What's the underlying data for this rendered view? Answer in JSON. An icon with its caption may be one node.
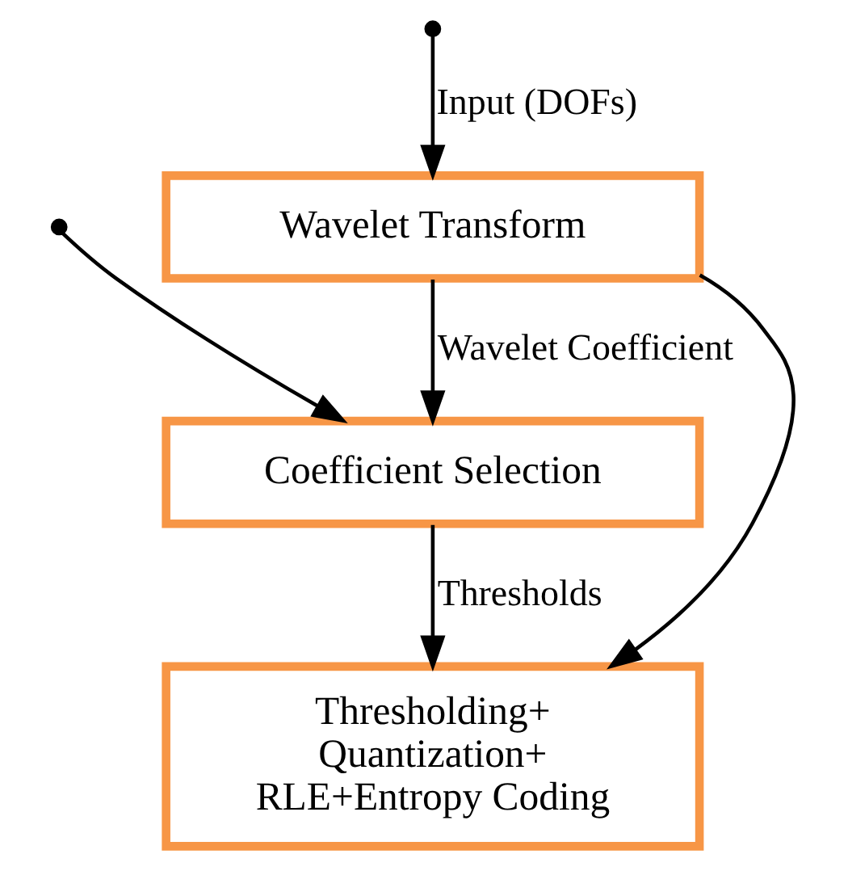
{
  "diagram": {
    "nodes": [
      {
        "text": [
          "Wavelet Transform"
        ]
      },
      {
        "text": [
          "Coefficient Selection"
        ]
      },
      {
        "text": [
          "Thresholding+ Quantization+ RLE+Entropy Coding"
        ]
      }
    ],
    "edges": [
      {
        "from": null,
        "to": 0,
        "arrow": "to",
        "label": "Input (DOFs)"
      },
      {
        "from": null,
        "to": 1,
        "arrow": "to"
      },
      {
        "from": 0,
        "to": 1,
        "arrow": "to",
        "label": "Wavelet Coefficient"
      },
      {
        "from": 0,
        "to": 2,
        "arrow": "to"
      },
      {
        "from": 1,
        "to": 2,
        "arrow": "to",
        "label": "Thresholds"
      }
    ]
  }
}
